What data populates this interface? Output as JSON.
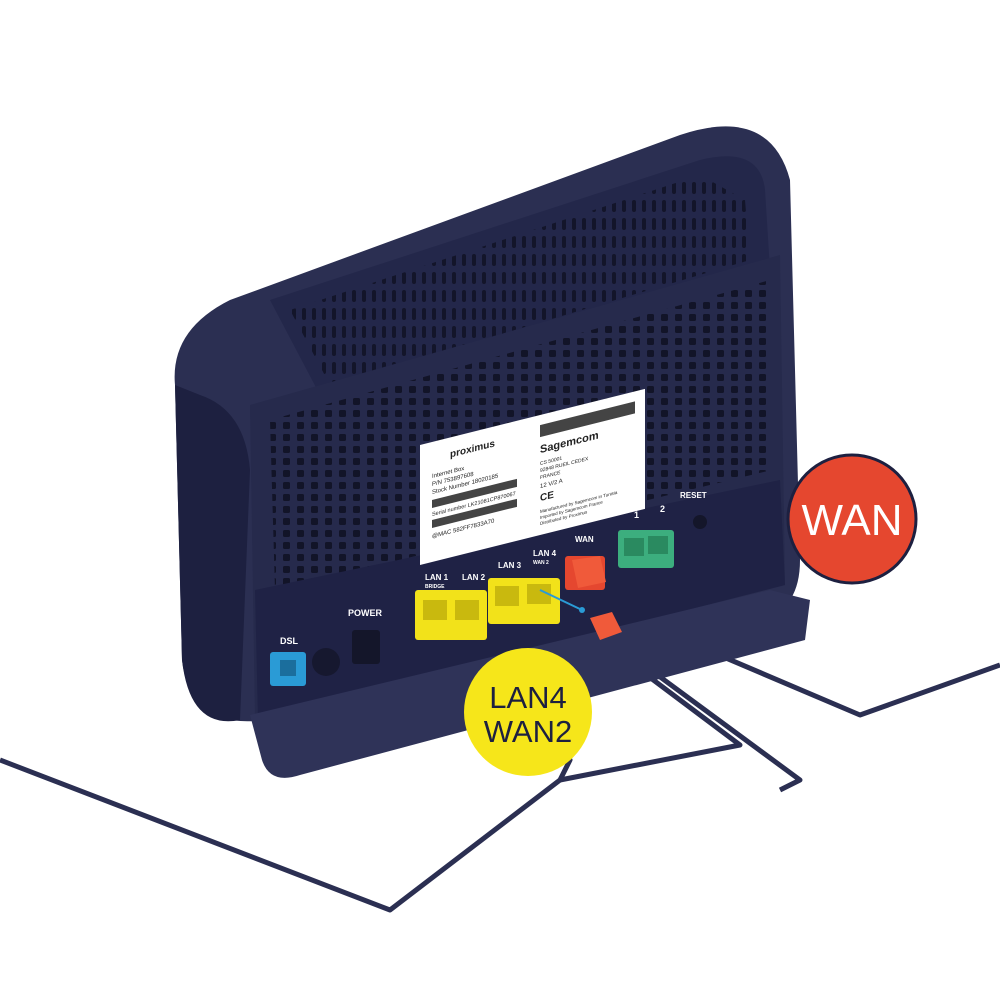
{
  "sticker": {
    "brand": "proximus",
    "line1": "Internet Box",
    "line2": "P/N 753897608",
    "line3": "Stock Number 18020185",
    "serial": "Serial number LK21081CP870067",
    "mac": "@MAC 582FF7833A70",
    "maker": "Sagemcom",
    "addr1": "CS 50001",
    "addr2": "92848 RUEIL CEDEX",
    "addr3": "FRANCE",
    "power": "12 V/2 A",
    "ce": "CE",
    "made1": "Manufactured by Sagemcom in Tunisia",
    "made2": "Imported by Sagemcom France",
    "made3": "Distributed by Proximus"
  },
  "ports": {
    "dsl": "DSL",
    "power": "POWER",
    "lan1": "LAN 1",
    "lan1_sub": "BRIDGE",
    "lan2": "LAN 2",
    "lan3": "LAN 3",
    "lan4": "LAN 4",
    "lan4_sub": "WAN 2",
    "wan": "WAN",
    "phone1": "1",
    "phone2": "2",
    "reset": "RESET"
  },
  "callouts": {
    "wan": "WAN",
    "lan4_line1": "LAN4",
    "lan4_line2": "WAN2"
  },
  "colors": {
    "body": "#2b2f52",
    "body_dark": "#1d2040",
    "wan_badge": "#e5472f",
    "lan_badge": "#f6e61a",
    "lan_port": "#f2e21a",
    "dsl_port": "#2a9bd6",
    "phone_port": "#3cae7e",
    "wan_plug": "#e5472f",
    "cable": "#2b2f52"
  }
}
